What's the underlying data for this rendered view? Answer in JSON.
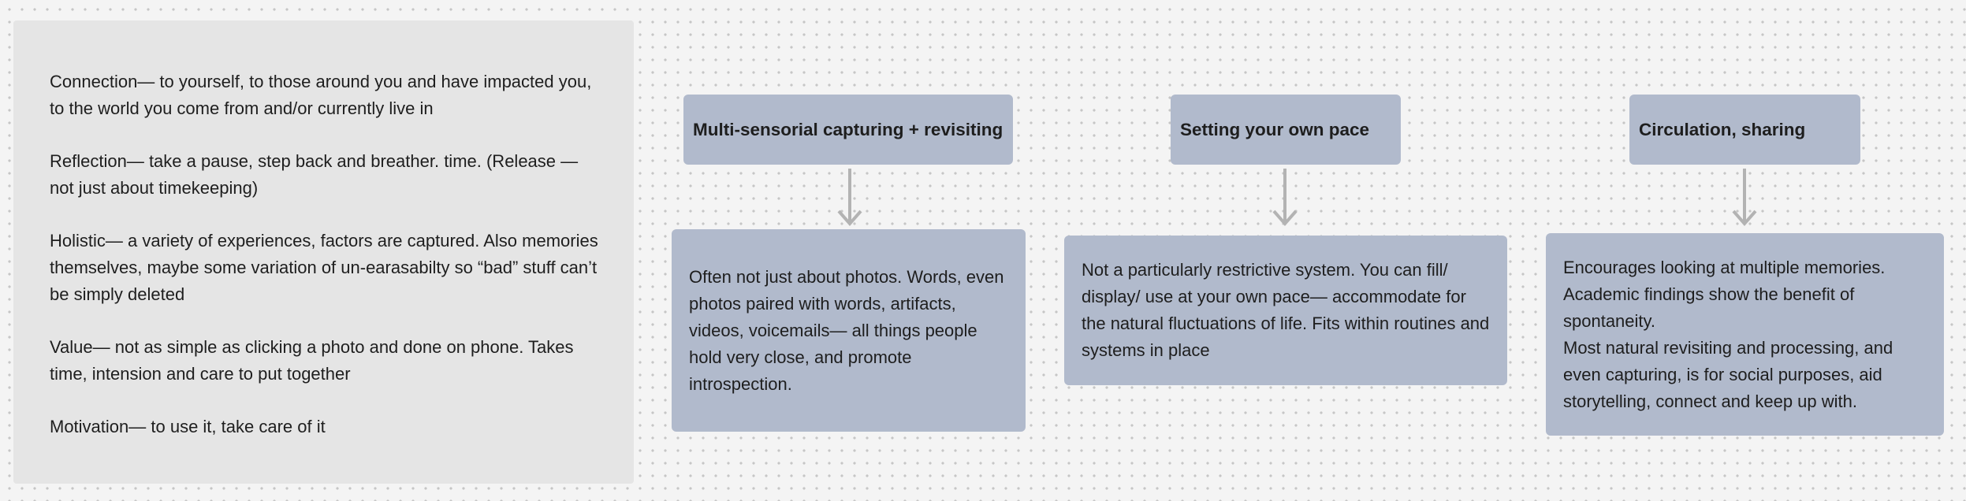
{
  "notes": [
    "Connection— to yourself, to those around you and have impacted you, to the world you come from and/or currently live in",
    "Reflection— take a pause, step back and breather. time. (Release — not just about timekeeping)",
    "Holistic— a variety of experiences, factors are captured. Also memories themselves, maybe some variation of un-earasabilty so “bad” stuff can’t be simply deleted",
    "Value— not as simple as clicking a photo and done on phone. Takes time, intension and care to put together",
    "Motivation— to use it, take care of it"
  ],
  "columns": [
    {
      "header": "Multi-sensorial capturing + revisiting",
      "body": "Often not just about photos. Words, even photos paired with words, artifacts, videos, voicemails— all things people hold very close, and promote introspection."
    },
    {
      "header": "Setting your own pace",
      "body": "Not a particularly restrictive system. You can fill/ display/ use at your own pace— accommodate for the natural fluctuations of life. Fits within routines and systems in place"
    },
    {
      "header": "Circulation, sharing",
      "body": "Encourages looking at multiple memories. Academic findings show the benefit of spontaneity.\nMost natural revisiting and processing, and even capturing, is for social purposes, aid storytelling, connect and keep up with."
    }
  ],
  "colors": {
    "card": "#b1bacc",
    "panel": "#e5e5e5",
    "arrow": "#b3b3b3",
    "canvas": "#f4f4f4"
  }
}
